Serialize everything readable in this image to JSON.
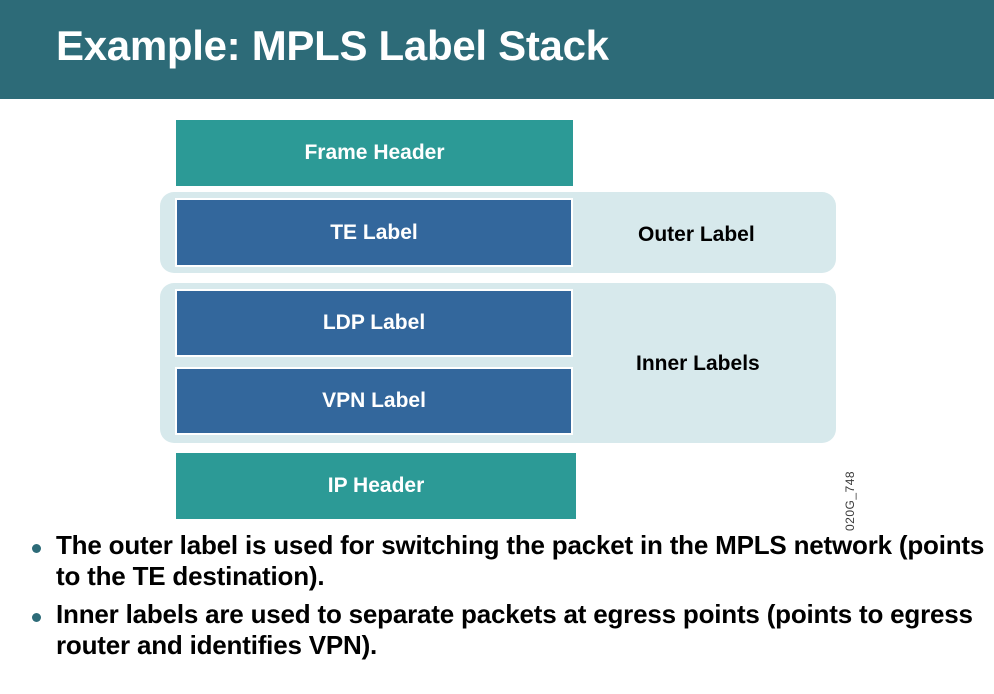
{
  "slide": {
    "title": "Example: MPLS Label Stack",
    "header_color": "#2D6B78",
    "background_color": "#FFFFFF"
  },
  "diagram": {
    "teal_color": "#2C9A96",
    "blue_color": "#33679C",
    "group_color": "#D7E9EC",
    "blocks": [
      {
        "label": "Frame Header",
        "type": "teal"
      },
      {
        "label": "TE Label",
        "type": "blue"
      },
      {
        "label": "LDP Label",
        "type": "blue"
      },
      {
        "label": "VPN Label",
        "type": "blue"
      },
      {
        "label": "IP Header",
        "type": "teal"
      }
    ],
    "groups": [
      {
        "label": "Outer Label",
        "members": [
          "TE Label"
        ]
      },
      {
        "label": "Inner Labels",
        "members": [
          "LDP Label",
          "VPN Label"
        ]
      }
    ],
    "watermark": "020G_748"
  },
  "bullets": [
    "The outer label is used for switching the packet in the MPLS network (points to the TE destination).",
    "Inner labels are used to separate packets at egress points (points to egress router and identifies VPN)."
  ]
}
